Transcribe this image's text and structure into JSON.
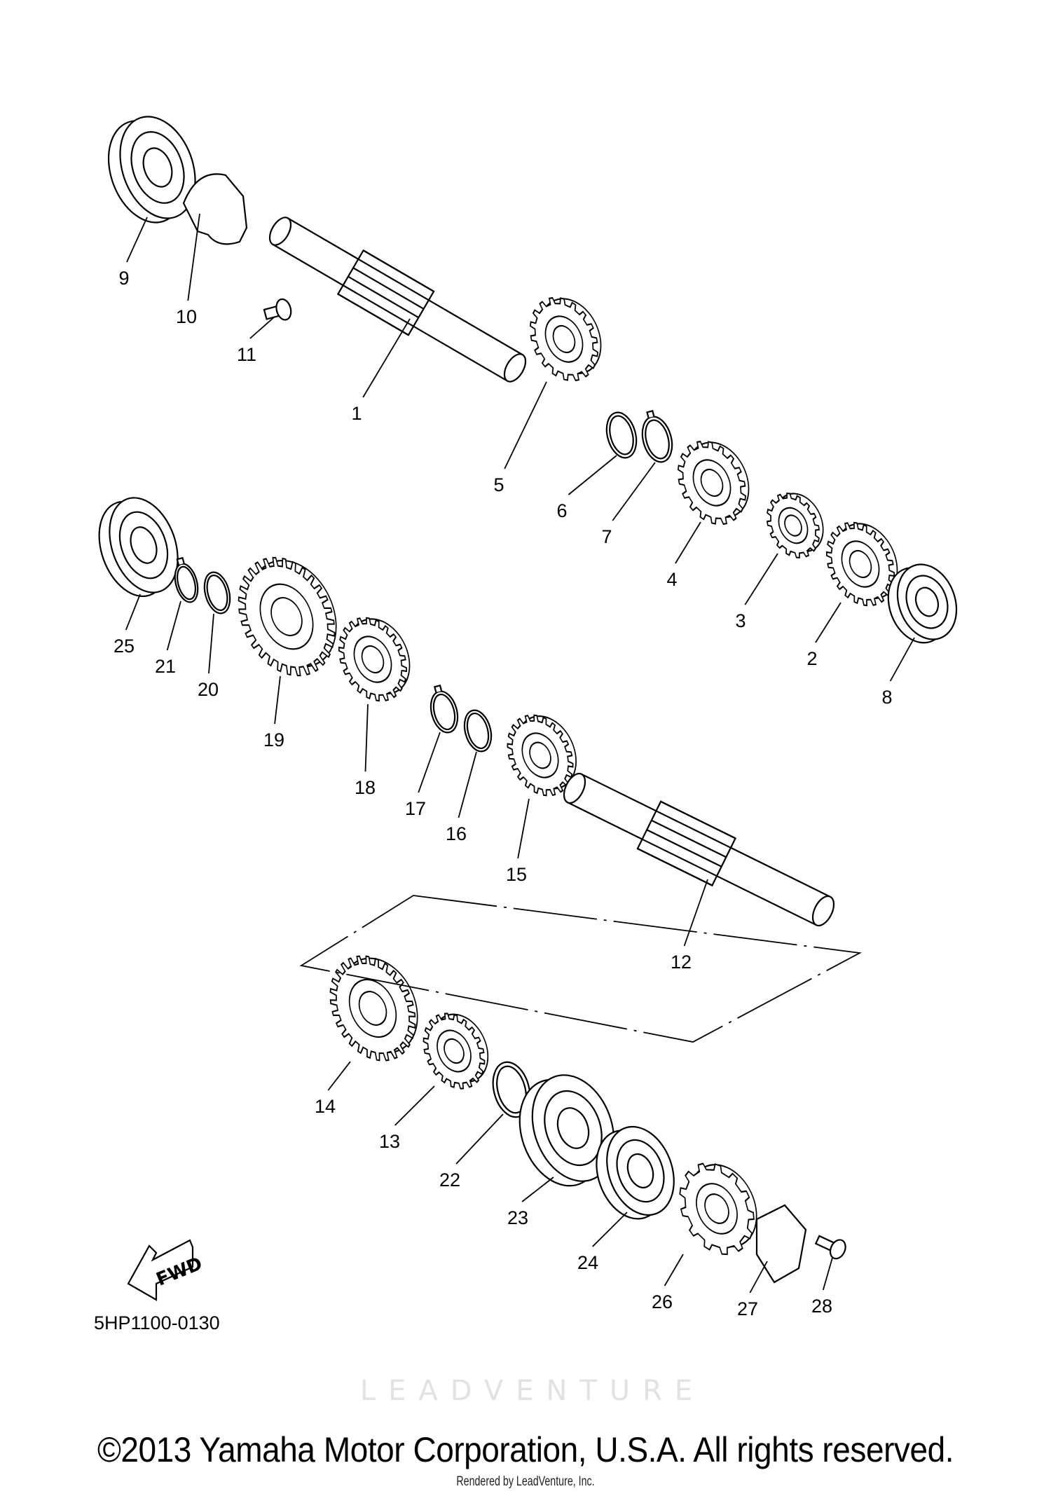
{
  "diagram": {
    "drawing_code": "5HP1100-0130",
    "fwd_label": "FWD",
    "watermark": "LEADVENTURE",
    "callouts": [
      "1",
      "2",
      "3",
      "4",
      "5",
      "6",
      "7",
      "8",
      "9",
      "10",
      "11",
      "12",
      "13",
      "14",
      "15",
      "16",
      "17",
      "18",
      "19",
      "20",
      "21",
      "22",
      "23",
      "24",
      "25",
      "26",
      "27",
      "28"
    ]
  },
  "footer": {
    "copyright": "©2013 Yamaha Motor Corporation, U.S.A. All rights reserved.",
    "rendered_by": "Rendered by LeadVenture, Inc."
  }
}
